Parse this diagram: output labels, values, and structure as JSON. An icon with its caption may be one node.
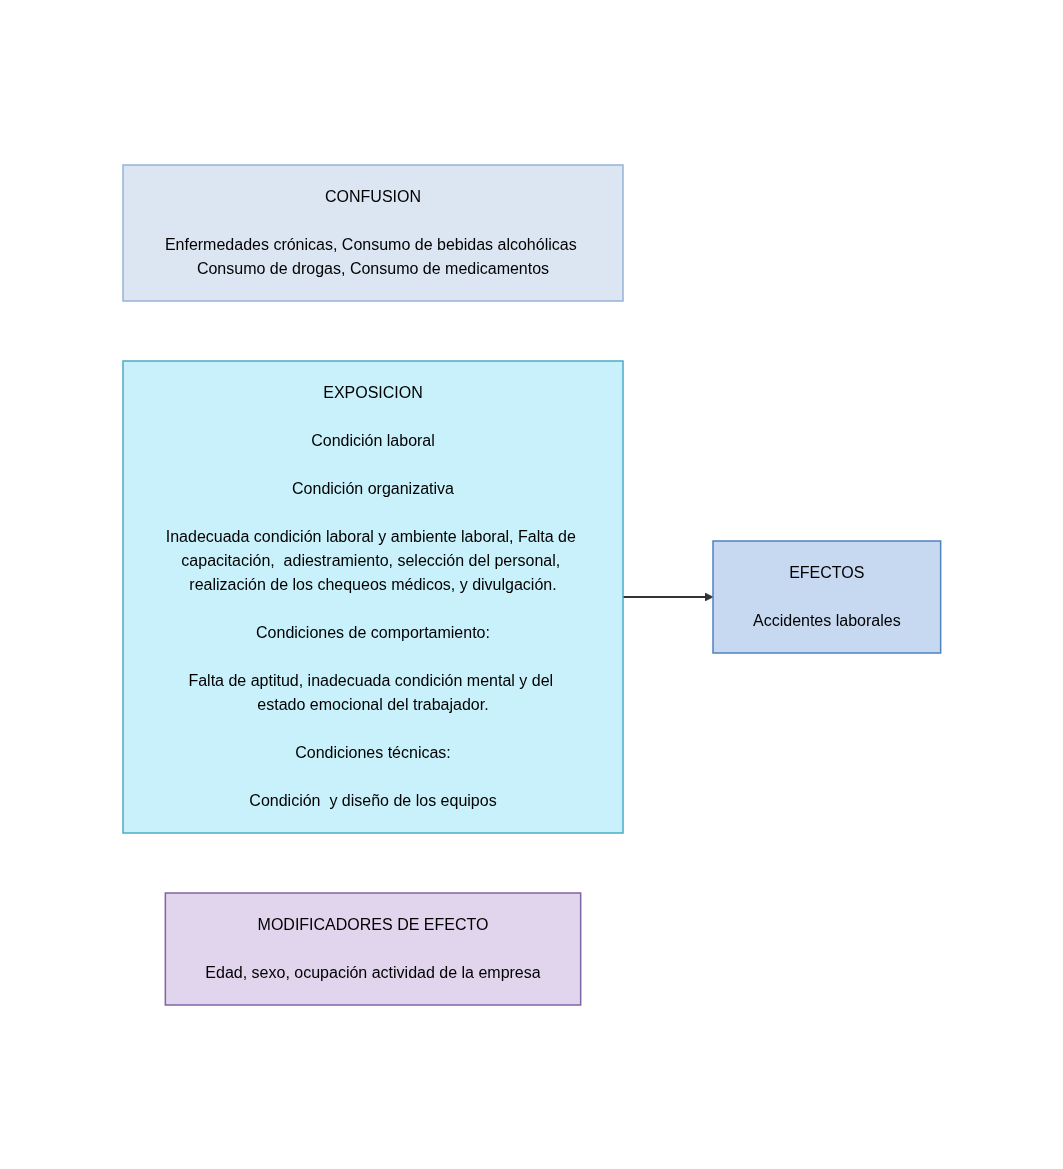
{
  "diagram": {
    "nodes": [
      {
        "text": [
          "CONFUSION",
          "Enfermedades crónicas, Consumo de bebidas alcohólicas Consumo de drogas, Consumo de medicamentos"
        ]
      },
      {
        "text": [
          "EXPOSICION",
          "Condición laboral",
          "Condición organizativa",
          "Inadecuada condición laboral y ambiente laboral, Falta de capacitación,  adiestramiento, selección del personal, realización de los chequeos médicos, y divulgación.",
          "Condiciones de comportamiento:",
          "Falta de aptitud, inadecuada condición mental y del estado emocional del trabajador.",
          "Condiciones técnicas:",
          "Condición  y diseño de los equipos"
        ]
      },
      {
        "text": [
          "EFECTOS",
          "Accidentes laborales"
        ]
      },
      {
        "text": [
          "MODIFICADORES DE EFECTO",
          "Edad, sexo, ocupación actividad de la empresa"
        ]
      }
    ],
    "edges": [
      {
        "from": 1,
        "to": 2,
        "arrow": "to"
      }
    ]
  }
}
